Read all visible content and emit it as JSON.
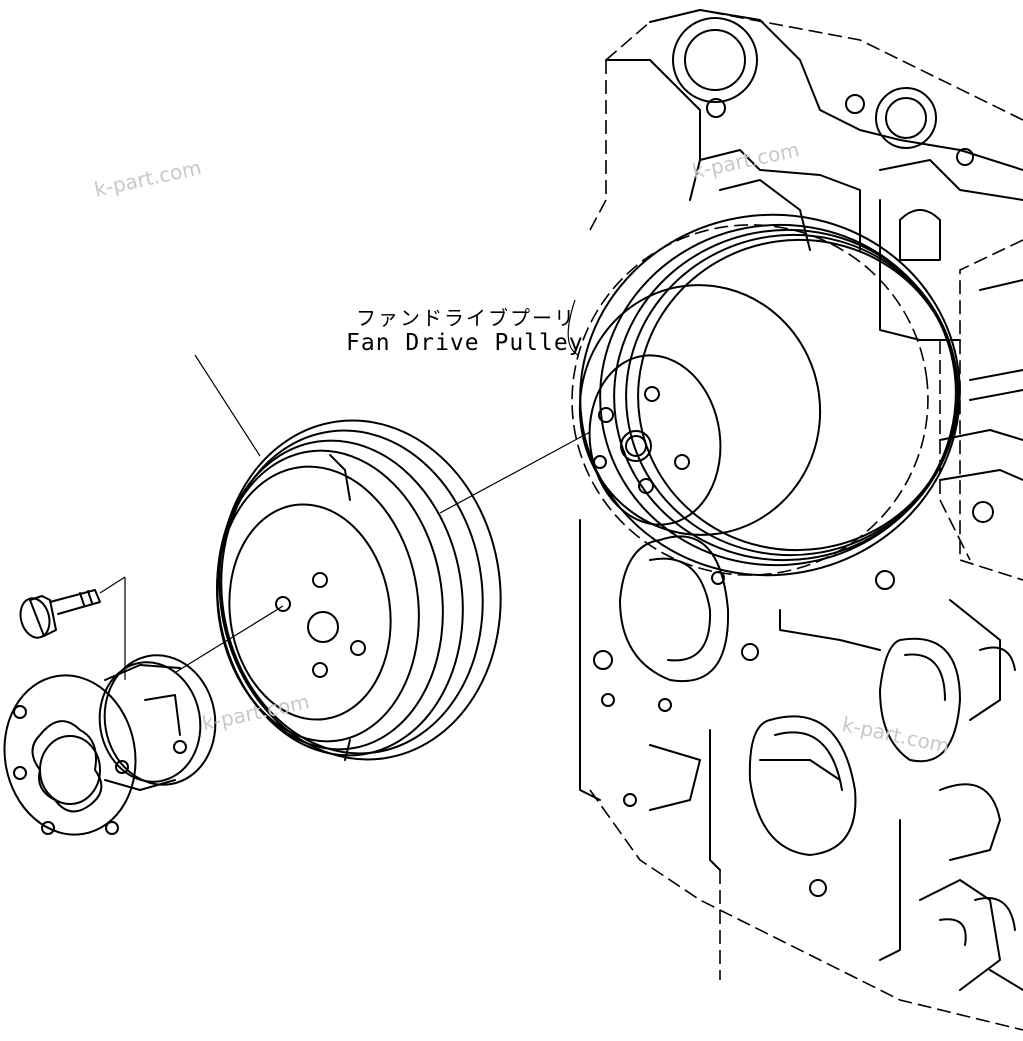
{
  "callout": {
    "label_ja": "ファンドライブプーリ",
    "label_en": "Fan Drive Pulley"
  },
  "watermarks": [
    "k-part.com",
    "k-part.com",
    "k-part.com",
    "k-part.com"
  ],
  "parts": [
    {
      "name": "bolt-icon"
    },
    {
      "name": "hub-spacer-icon"
    },
    {
      "name": "fan-drive-pulley-icon"
    },
    {
      "name": "engine-block-icon"
    },
    {
      "name": "mounted-pulley-icon"
    }
  ]
}
